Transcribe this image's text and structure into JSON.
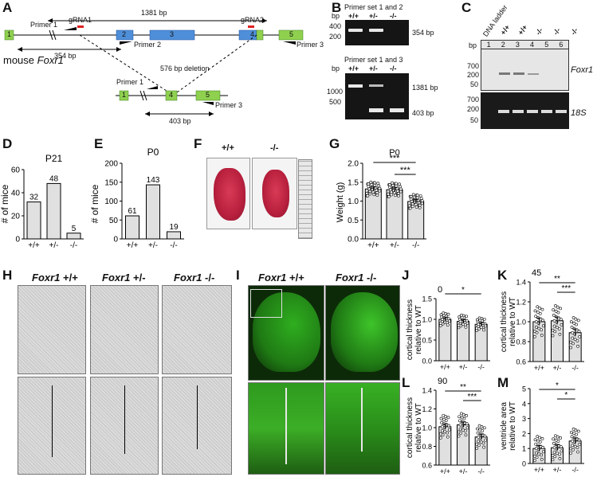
{
  "panels": [
    "A",
    "B",
    "C",
    "D",
    "E",
    "F",
    "G",
    "H",
    "I",
    "J",
    "K",
    "L",
    "M"
  ],
  "A": {
    "length_total": "1381 bp",
    "grna1": "gRNA1",
    "grna2": "gRNA2",
    "primer1": "Primer 1",
    "primer2": "Primer 2",
    "primer3": "Primer 3",
    "gene_label": "mouse",
    "gene_name": "Foxr1",
    "len_354": "354 bp",
    "deletion": "576 bp deletion",
    "len_403": "403 bp",
    "exons_wt": [
      "1",
      "2",
      "3",
      "4",
      "5"
    ],
    "exons_ko": [
      "1",
      "4",
      "5"
    ]
  },
  "B": {
    "title1": "Primer set 1 and 2",
    "title2": "Primer set 1 and 3",
    "genotypes": [
      "+/+",
      "+/-",
      "-/-"
    ],
    "bp": "bp",
    "ladder1": [
      "400",
      "200"
    ],
    "ladder2": [
      "1000",
      "500"
    ],
    "band1": "354 bp",
    "band2a": "1381 bp",
    "band2b": "403 bp"
  },
  "C": {
    "lane_labels": [
      "DNA ladder",
      "+/+",
      "+/+",
      "-/-",
      "-/-",
      "-/-"
    ],
    "lane_numbers": [
      "1",
      "2",
      "3",
      "4",
      "5",
      "6"
    ],
    "bp": "bp",
    "ladder1": [
      "700",
      "200",
      "50"
    ],
    "ladder2": [
      "700",
      "200",
      "50"
    ],
    "gene1": "Foxr1",
    "gene2": "18S"
  },
  "D": {
    "title": "P21",
    "ylabel": "# of mice",
    "categories": [
      "+/+",
      "+/-",
      "-/-"
    ],
    "values": [
      32,
      48,
      5
    ],
    "ylim": [
      0,
      60
    ],
    "yticks": [
      "0",
      "20",
      "40",
      "60"
    ]
  },
  "E": {
    "title": "P0",
    "ylabel": "# of mice",
    "categories": [
      "+/+",
      "+/-",
      "-/-"
    ],
    "values": [
      61,
      143,
      19
    ],
    "ylim": [
      0,
      200
    ],
    "yticks": [
      "0",
      "50",
      "100",
      "150",
      "200"
    ]
  },
  "F": {
    "genotypes": [
      "+/+",
      "-/-"
    ]
  },
  "G": {
    "title": "P0",
    "ylabel": "Weight (g)",
    "categories": [
      "+/+",
      "+/-",
      "-/-"
    ],
    "values": [
      1.32,
      1.3,
      0.99
    ],
    "ylim": [
      0.0,
      2.0
    ],
    "yticks": [
      "0.0",
      "0.5",
      "1.0",
      "1.5",
      "2.0"
    ],
    "sig1": "***",
    "sig2": "***"
  },
  "H": {
    "gene": "Foxr1",
    "genotypes": [
      "+/+",
      "+/-",
      "-/-"
    ]
  },
  "I": {
    "gene": "Foxr1",
    "genotypes": [
      "+/+",
      "-/-"
    ]
  },
  "J": {
    "angle": "0",
    "deg": "0",
    "ylabel1": "cortical thickness",
    "ylabel2": "relative to WT",
    "categories": [
      "+/+",
      "+/-",
      "-/-"
    ],
    "values": [
      1.0,
      0.95,
      0.88
    ],
    "ylim": [
      0.0,
      1.5
    ],
    "yticks": [
      "0.0",
      "0.5",
      "1.0",
      "1.5"
    ],
    "sig": "*"
  },
  "K": {
    "angle": "45",
    "deg": "0",
    "ylabel1": "cortical thickness",
    "ylabel2": "relative to WT",
    "categories": [
      "+/+",
      "+/-",
      "-/-"
    ],
    "values": [
      1.0,
      1.01,
      0.89
    ],
    "ylim": [
      0.6,
      1.4
    ],
    "yticks": [
      "0.6",
      "0.8",
      "1.0",
      "1.2",
      "1.4"
    ],
    "sig1": "**",
    "sig2": "***"
  },
  "L": {
    "angle": "90",
    "deg": "0",
    "ylabel1": "cortical thickness",
    "ylabel2": "relative to WT",
    "categories": [
      "+/+",
      "+/-",
      "-/-"
    ],
    "values": [
      1.01,
      1.03,
      0.9
    ],
    "ylim": [
      0.6,
      1.4
    ],
    "yticks": [
      "0.6",
      "0.8",
      "1.0",
      "1.2",
      "1.4"
    ],
    "sig1": "**",
    "sig2": "***"
  },
  "M": {
    "ylabel1": "ventricle area",
    "ylabel2": "relative to WT",
    "categories": [
      "+/+",
      "+/-",
      "-/-"
    ],
    "values": [
      1.0,
      1.05,
      1.5
    ],
    "ylim": [
      0,
      5
    ],
    "yticks": [
      "0",
      "1",
      "2",
      "3",
      "4",
      "5"
    ],
    "sig1": "*",
    "sig2": "*"
  },
  "colors": {
    "exon_green": "#8fd14f",
    "exon_blue": "#4f8fd9",
    "grna_red": "#e02020",
    "bar_gray": "#e0e0e0",
    "stain_green": "#2fae1f"
  }
}
